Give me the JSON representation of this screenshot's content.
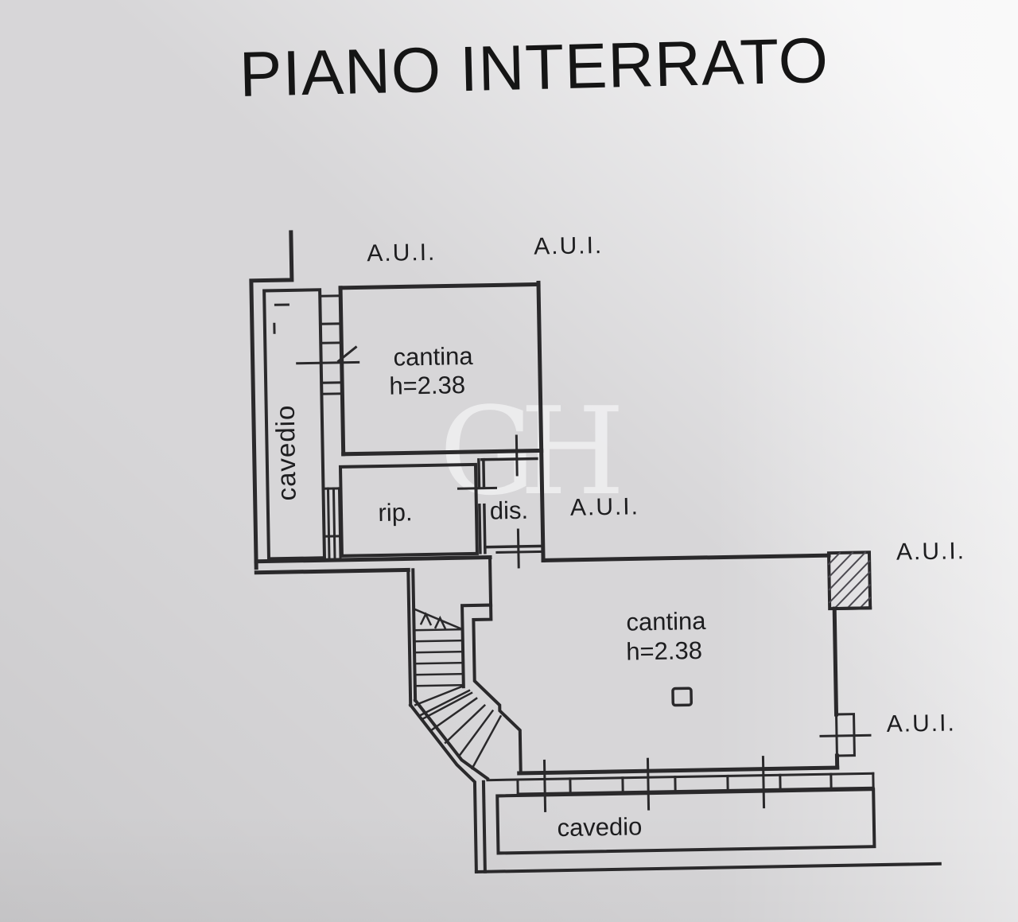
{
  "document": {
    "title": "PIANO INTERRATO",
    "watermark": "GH"
  },
  "labels": {
    "upper_cantina": {
      "name": "cantina",
      "height": "h=2.38"
    },
    "lower_cantina": {
      "name": "cantina",
      "height": "h=2.38"
    },
    "rip": "rip.",
    "dis": "dis.",
    "shaft_left": "cavedio",
    "shaft_bottom": "cavedio",
    "aui": [
      "A.U.I.",
      "A.U.I.",
      "A.U.I.",
      "A.U.I.",
      "A.U.I."
    ]
  },
  "colors": {
    "paper": "#d7d6d8",
    "paper_highlight": "#f4f4f6",
    "ink": "#2a292b",
    "watermark": "rgba(250,250,252,0.6)"
  }
}
